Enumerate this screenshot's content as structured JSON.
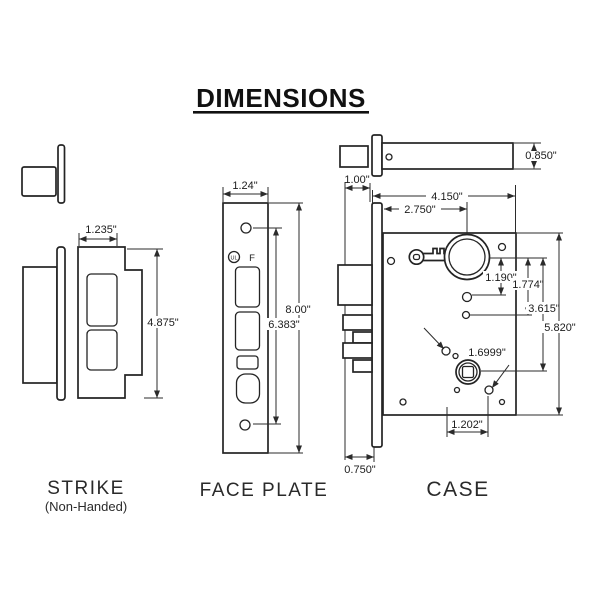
{
  "title": "DIMENSIONS",
  "strike": {
    "label": "STRIKE",
    "sublabel": "(Non-Handed)",
    "width": "1.235\"",
    "height": "4.875\""
  },
  "faceplate": {
    "label": "FACE PLATE",
    "width": "1.24\"",
    "overall_height": "8.00\"",
    "screw_spacing": "6.383\"",
    "ul_mark": "UL",
    "f_mark": "F"
  },
  "case": {
    "label": "CASE",
    "bolt_height": "0.850\"",
    "bolt_projection": "1.00\"",
    "case_length": "4.150\"",
    "cylinder_backset": "2.750\"",
    "cylinder_to_hole1": "1.190\"",
    "cylinder_to_hole2": "1.774\"",
    "cylinder_to_hub": "3.615\"",
    "case_height": "5.820\"",
    "diagonal_hole_spacing": "1.6999\"",
    "bottom_hole_spacing": "1.202\"",
    "faceplate_offset": "0.750\""
  }
}
